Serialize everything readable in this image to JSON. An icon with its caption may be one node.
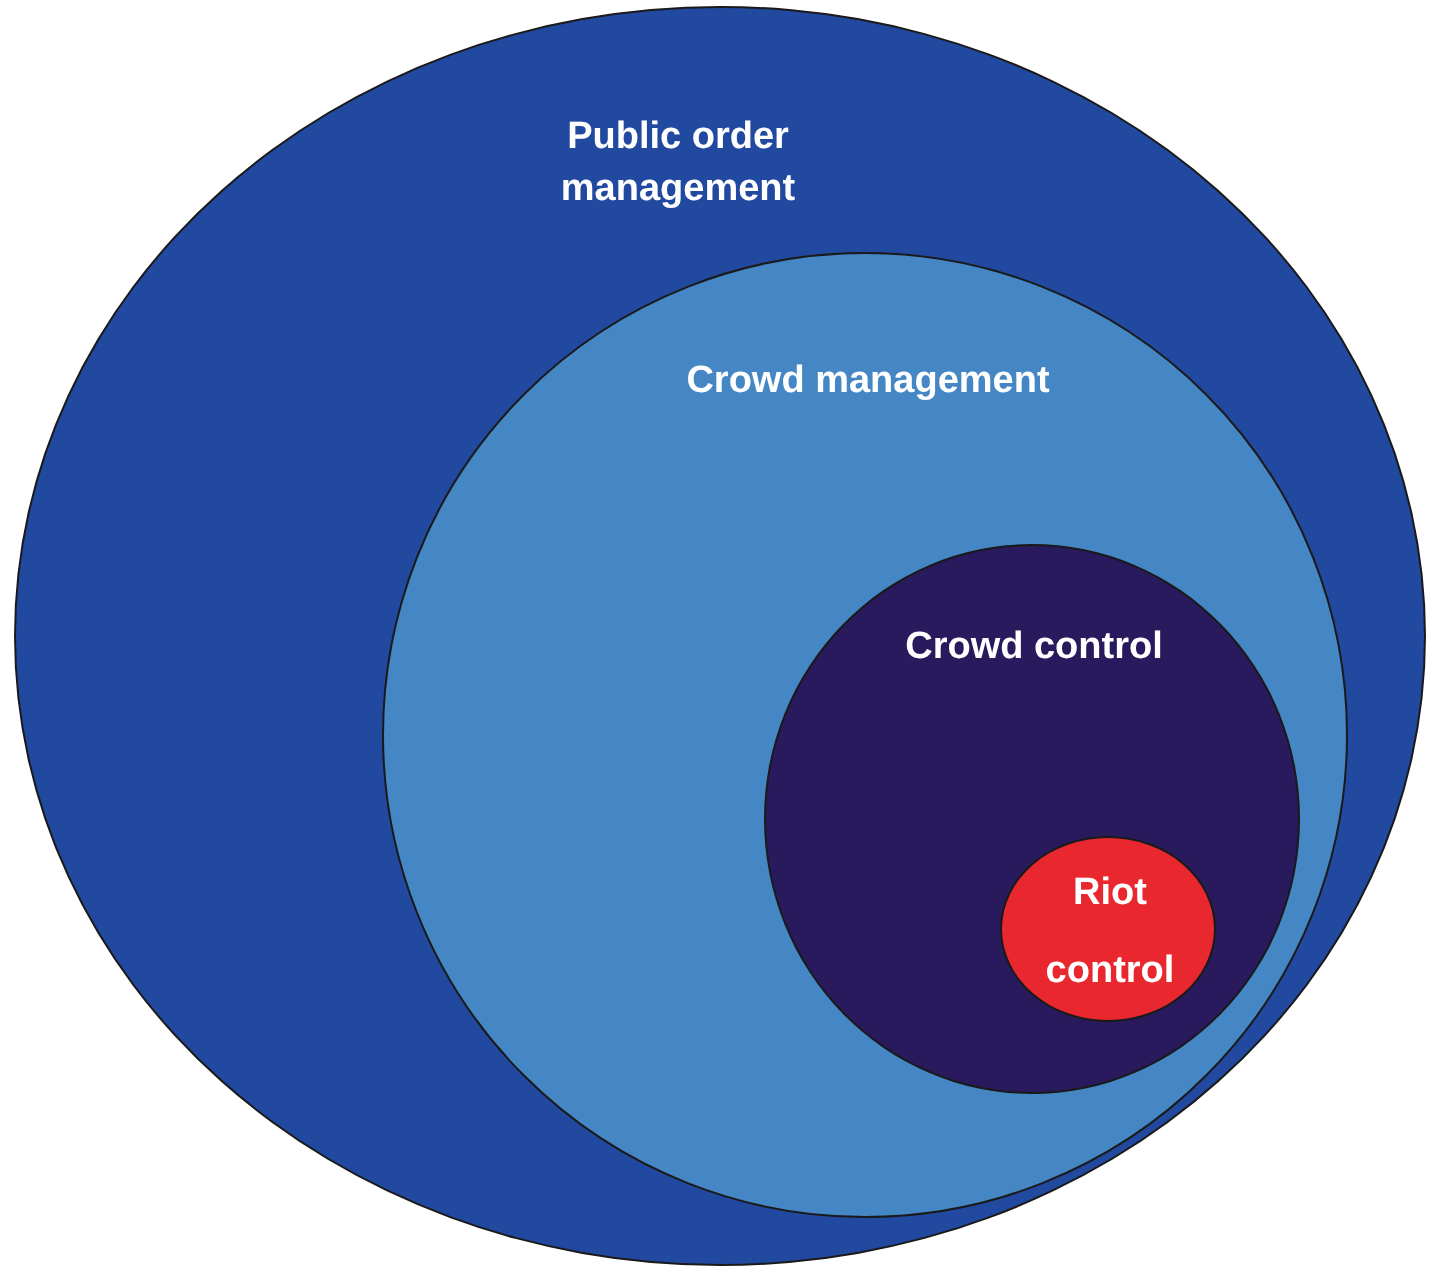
{
  "diagram": {
    "nodes": [
      {
        "text": [
          "Public order management"
        ]
      },
      {
        "text": [
          "Crowd management"
        ],
        "in": 0
      },
      {
        "text": [
          "Crowd control"
        ],
        "in": 1
      },
      {
        "text": [
          "Riot control"
        ],
        "in": 2
      }
    ],
    "edges": []
  }
}
